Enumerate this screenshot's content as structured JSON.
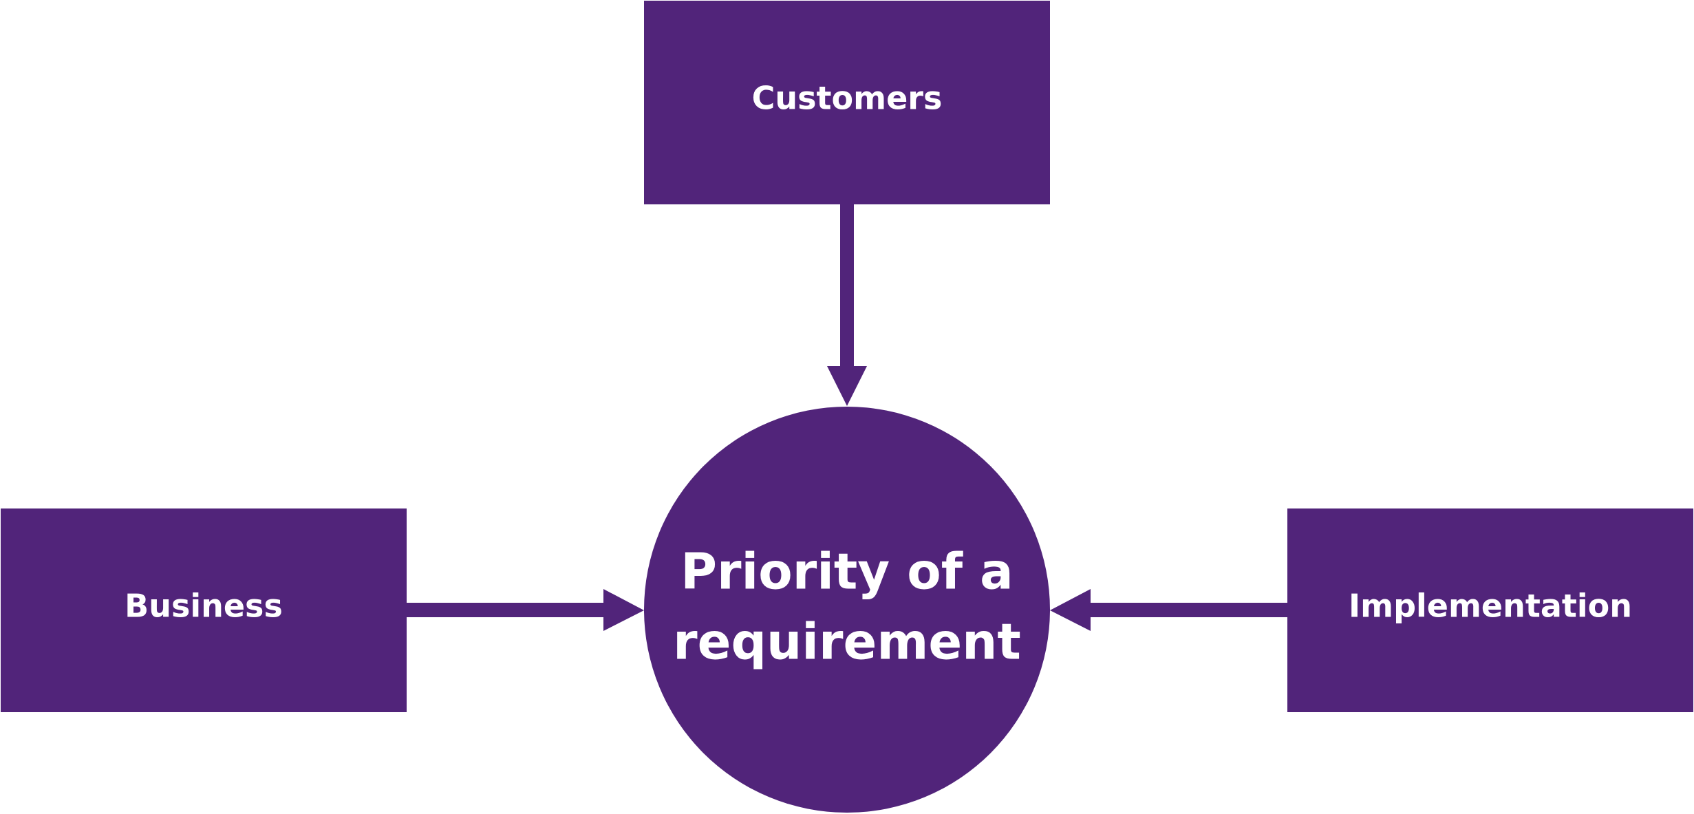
{
  "diagram": {
    "nodes": {
      "customers": {
        "label": "Customers"
      },
      "business": {
        "label": "Business"
      },
      "implementation": {
        "label": "Implementation"
      },
      "center": {
        "line1": "Priority of a",
        "line2": "requirement"
      }
    },
    "colors": {
      "fill": "#51247a",
      "text": "#ffffff",
      "background": "#ffffff"
    }
  }
}
